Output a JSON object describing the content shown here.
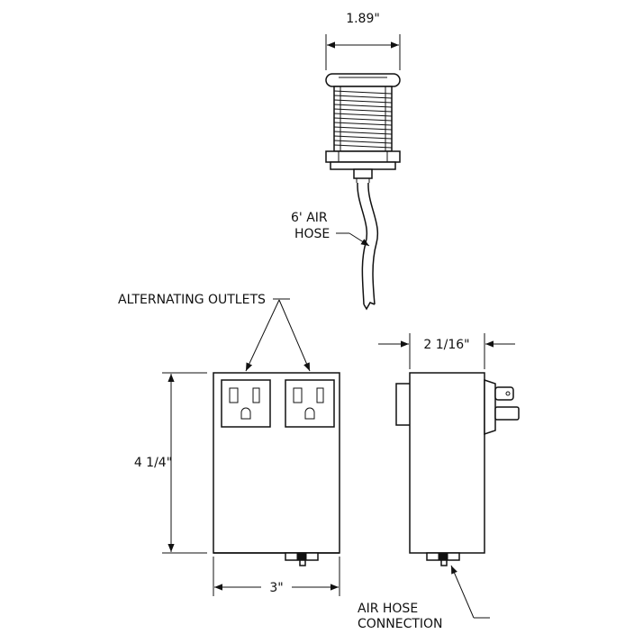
{
  "dimensions": {
    "button_width": "1.89\"",
    "side_depth": "2 1/16\"",
    "height": "4 1/4\"",
    "width": "3\""
  },
  "labels": {
    "air_hose_line1": "6' AIR",
    "air_hose_line2": "HOSE",
    "alternating_outlets": "ALTERNATING OUTLETS",
    "air_hose_connection_line1": "AIR HOSE",
    "air_hose_connection_line2": "CONNECTION"
  },
  "colors": {
    "ink": "#111111",
    "paper": "#ffffff"
  }
}
